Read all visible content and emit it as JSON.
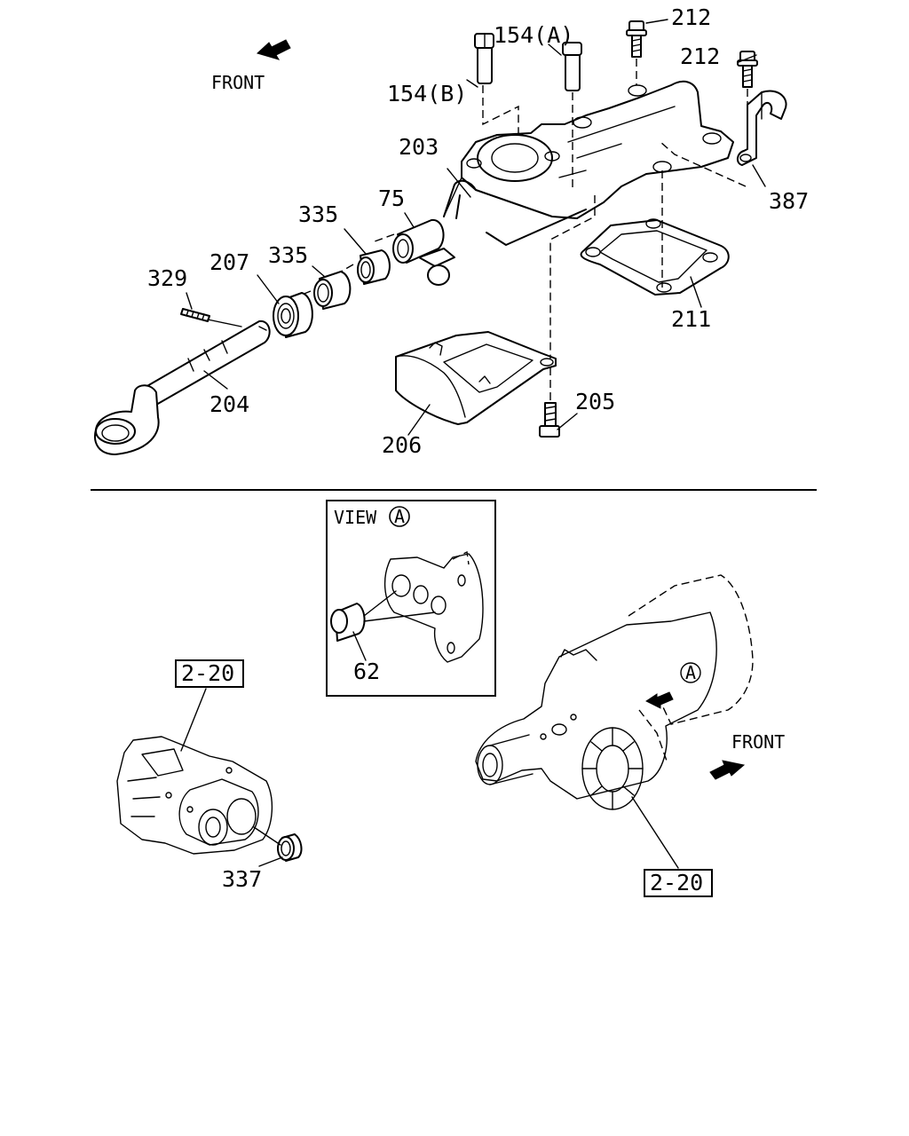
{
  "labels": {
    "front_top": "FRONT",
    "front_bottom": "FRONT",
    "p154b": "154(B)",
    "p154a": "154(A)",
    "p212a": "212",
    "p212b": "212",
    "p203": "203",
    "p387": "387",
    "p75": "75",
    "p335a": "335",
    "p335b": "335",
    "p207": "207",
    "p329": "329",
    "p211": "211",
    "p204": "204",
    "p205": "205",
    "p206": "206",
    "view": "VIEW",
    "view_letter": "A",
    "p62": "62",
    "ref_left": "2-20",
    "ref_right": "2-20",
    "p337": "337",
    "callout_a": "A"
  }
}
